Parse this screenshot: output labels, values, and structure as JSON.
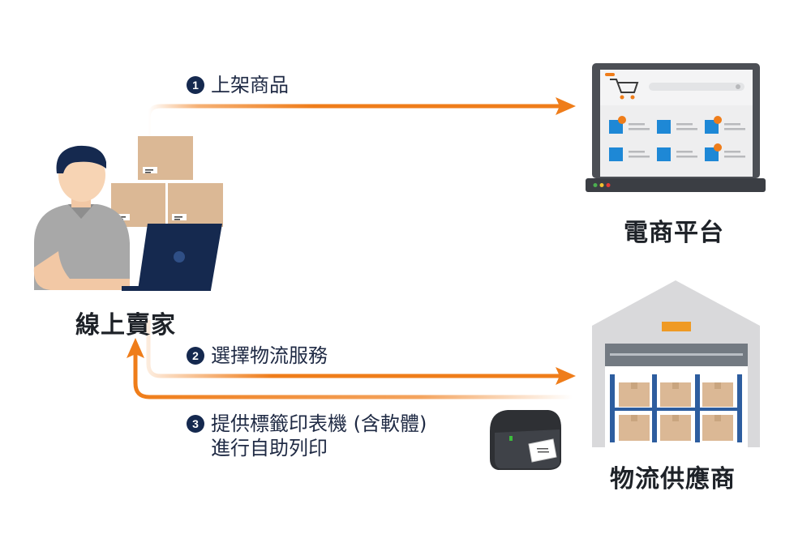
{
  "nodes": {
    "seller": "線上賣家",
    "ecommerce": "電商平台",
    "logistics": "物流供應商"
  },
  "steps": [
    {
      "num": "1",
      "text": "上架商品"
    },
    {
      "num": "2",
      "text": "選擇物流服務"
    },
    {
      "num": "3",
      "line1": "提供標籤印表機 (含軟體)",
      "line2": "進行自助列印"
    }
  ],
  "colors": {
    "arrow": "#ef7d1a",
    "navy": "#15294f",
    "box": "#dbb895",
    "rack": "#2d5d9f",
    "product": "#1e88d6"
  }
}
